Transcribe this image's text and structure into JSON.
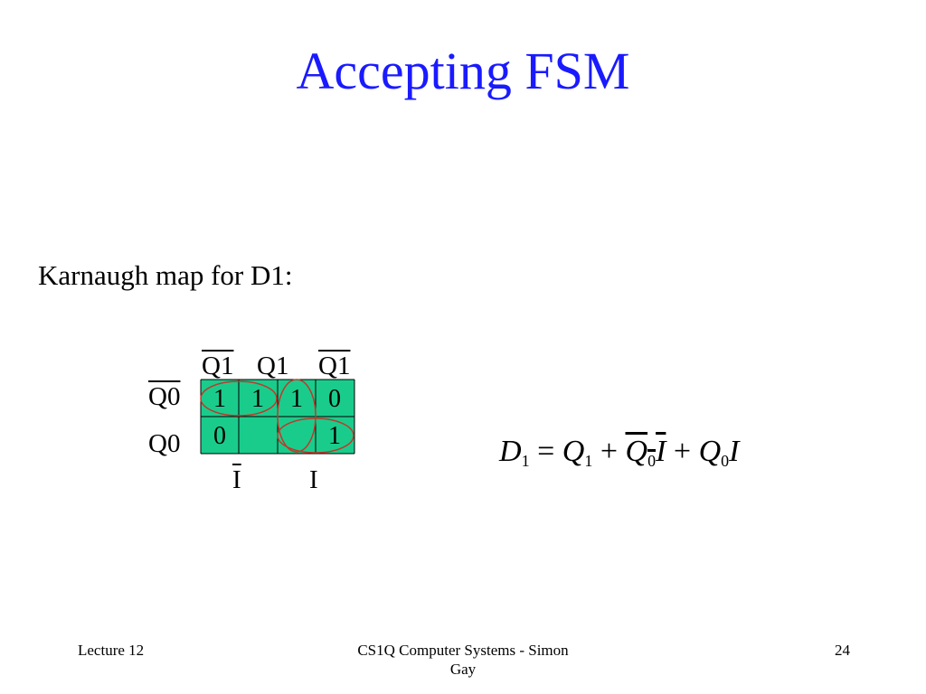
{
  "slide": {
    "title": "Accepting FSM",
    "subtitle": "Karnaugh map for D1:",
    "colors": {
      "title": "#1a1aff",
      "cell_fill": "#1acc8c",
      "loop": "#c0392b"
    }
  },
  "kmap": {
    "column_headers": [
      {
        "text": "Q1",
        "complemented": true
      },
      {
        "text": "Q1",
        "complemented": false
      },
      {
        "text": "Q1",
        "complemented": true
      }
    ],
    "row_headers": [
      {
        "text": "Q0",
        "complemented": true
      },
      {
        "text": "Q0",
        "complemented": false
      }
    ],
    "cells": [
      [
        "1",
        "1",
        "1",
        "0"
      ],
      [
        "0",
        "",
        "",
        "1"
      ]
    ],
    "bottom_labels": [
      {
        "text": "I",
        "complemented": true
      },
      {
        "text": "I",
        "complemented": false
      }
    ]
  },
  "equation": {
    "lhs_symbol": "D",
    "lhs_sub": "1",
    "equals": "=",
    "plus": "+",
    "term1_symbol": "Q",
    "term1_sub": "1",
    "term2_symbol": "Q",
    "term2_sub": "0",
    "term2_input": "I",
    "term3_symbol": "Q",
    "term3_sub": "0",
    "term3_input": "I"
  },
  "footer": {
    "left": "Lecture 12",
    "center_line1": "CS1Q Computer Systems - Simon",
    "center_line2": "Gay",
    "right": "24"
  }
}
